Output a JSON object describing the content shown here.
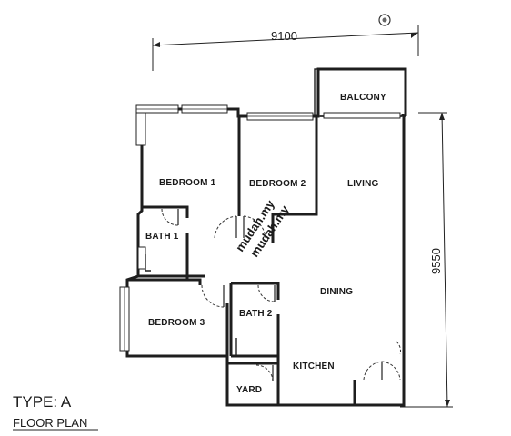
{
  "plan": {
    "type_label": "TYPE: A",
    "plan_label": "FLOOR PLAN",
    "width_dimension": "9100",
    "depth_dimension": "9550",
    "watermark_lines": [
      "mudah.my",
      "mudah.my"
    ],
    "rooms": {
      "balcony": "BALCONY",
      "bedroom_1": "BEDROOM 1",
      "bedroom_2": "BEDROOM 2",
      "living": "LIVING",
      "bath_1": "BATH 1",
      "dining": "DINING",
      "bedroom_3": "BEDROOM 3",
      "bath_2": "BATH 2",
      "kitchen": "KITCHEN",
      "yard": "YARD"
    },
    "icons": {
      "north": "compass-icon",
      "door": "door-swing-icon",
      "window": "window-icon"
    }
  }
}
